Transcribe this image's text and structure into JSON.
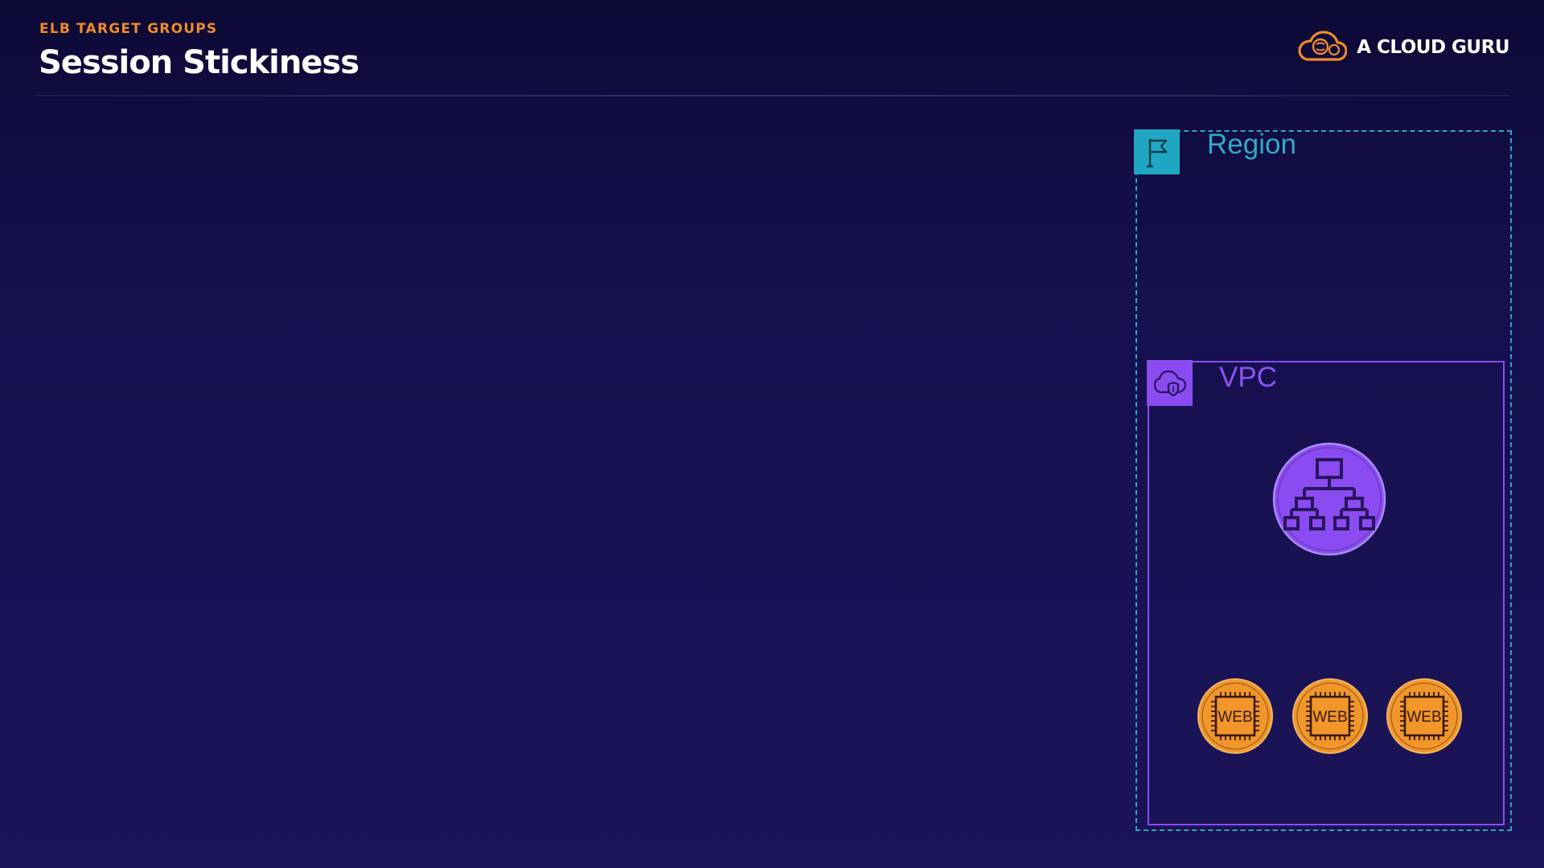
{
  "header": {
    "eyebrow": "ELB TARGET GROUPS",
    "title": "Session Stickiness"
  },
  "brand": {
    "name": "A CLOUD GURU",
    "logo_icon": "cloud-logo-icon",
    "accent_color": "#f08a2a"
  },
  "diagram": {
    "region": {
      "label": "Region",
      "icon": "flag-icon",
      "color": "#2ea6c6"
    },
    "vpc": {
      "label": "VPC",
      "icon": "cloud-shield-icon",
      "color": "#8a4cf0"
    },
    "load_balancer": {
      "icon": "load-balancer-icon",
      "color": "#8a4cf0"
    },
    "web_servers": [
      {
        "label": "WEB",
        "icon": "ec2-chip-icon",
        "color": "#f0962a"
      },
      {
        "label": "WEB",
        "icon": "ec2-chip-icon",
        "color": "#f0962a"
      },
      {
        "label": "WEB",
        "icon": "ec2-chip-icon",
        "color": "#f0962a"
      }
    ]
  }
}
